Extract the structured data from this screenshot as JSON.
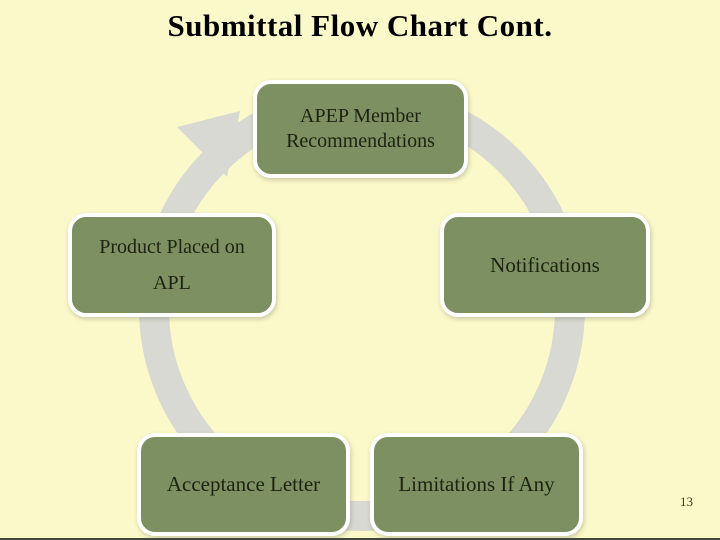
{
  "slide": {
    "title": "Submittal Flow Chart Cont.",
    "page_number": "13",
    "background_color": "#fbf9c9"
  },
  "diagram": {
    "type": "cycle",
    "arrow_color": "#d8d9d2",
    "node_fill_color": "#7d9061",
    "node_border_color": "#ffffff",
    "node_text_color": "#1e2210",
    "flow_direction": "clockwise",
    "nodes": [
      {
        "position": "top",
        "label": "APEP Member Recommendations"
      },
      {
        "position": "right",
        "label": "Notifications"
      },
      {
        "position": "bottom-right",
        "label": "Limitations If Any"
      },
      {
        "position": "bottom-left",
        "label": "Acceptance Letter"
      },
      {
        "position": "left",
        "label": "Product Placed on APL"
      }
    ]
  }
}
